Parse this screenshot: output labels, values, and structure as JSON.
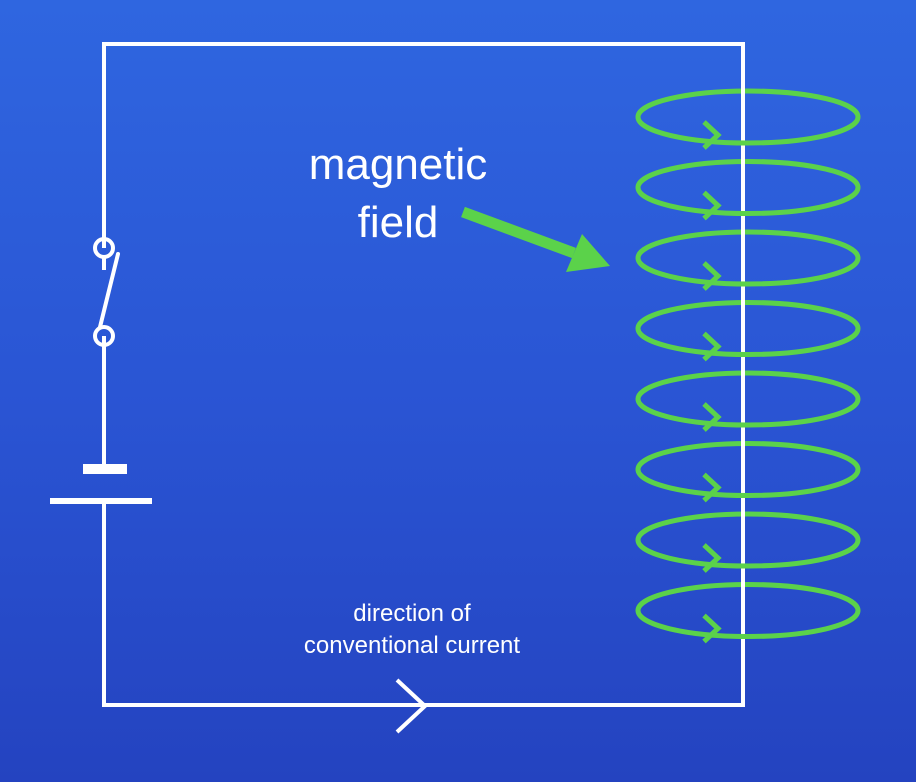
{
  "labels": {
    "field_line1": "magnetic",
    "field_line2": "field",
    "current_line1": "direction of",
    "current_line2": "conventional current"
  },
  "colors": {
    "wire": "#ffffff",
    "field": "#5bd24a",
    "background_top": "#2f66e0",
    "background_bottom": "#2443c0"
  },
  "field_loop_count": 8
}
